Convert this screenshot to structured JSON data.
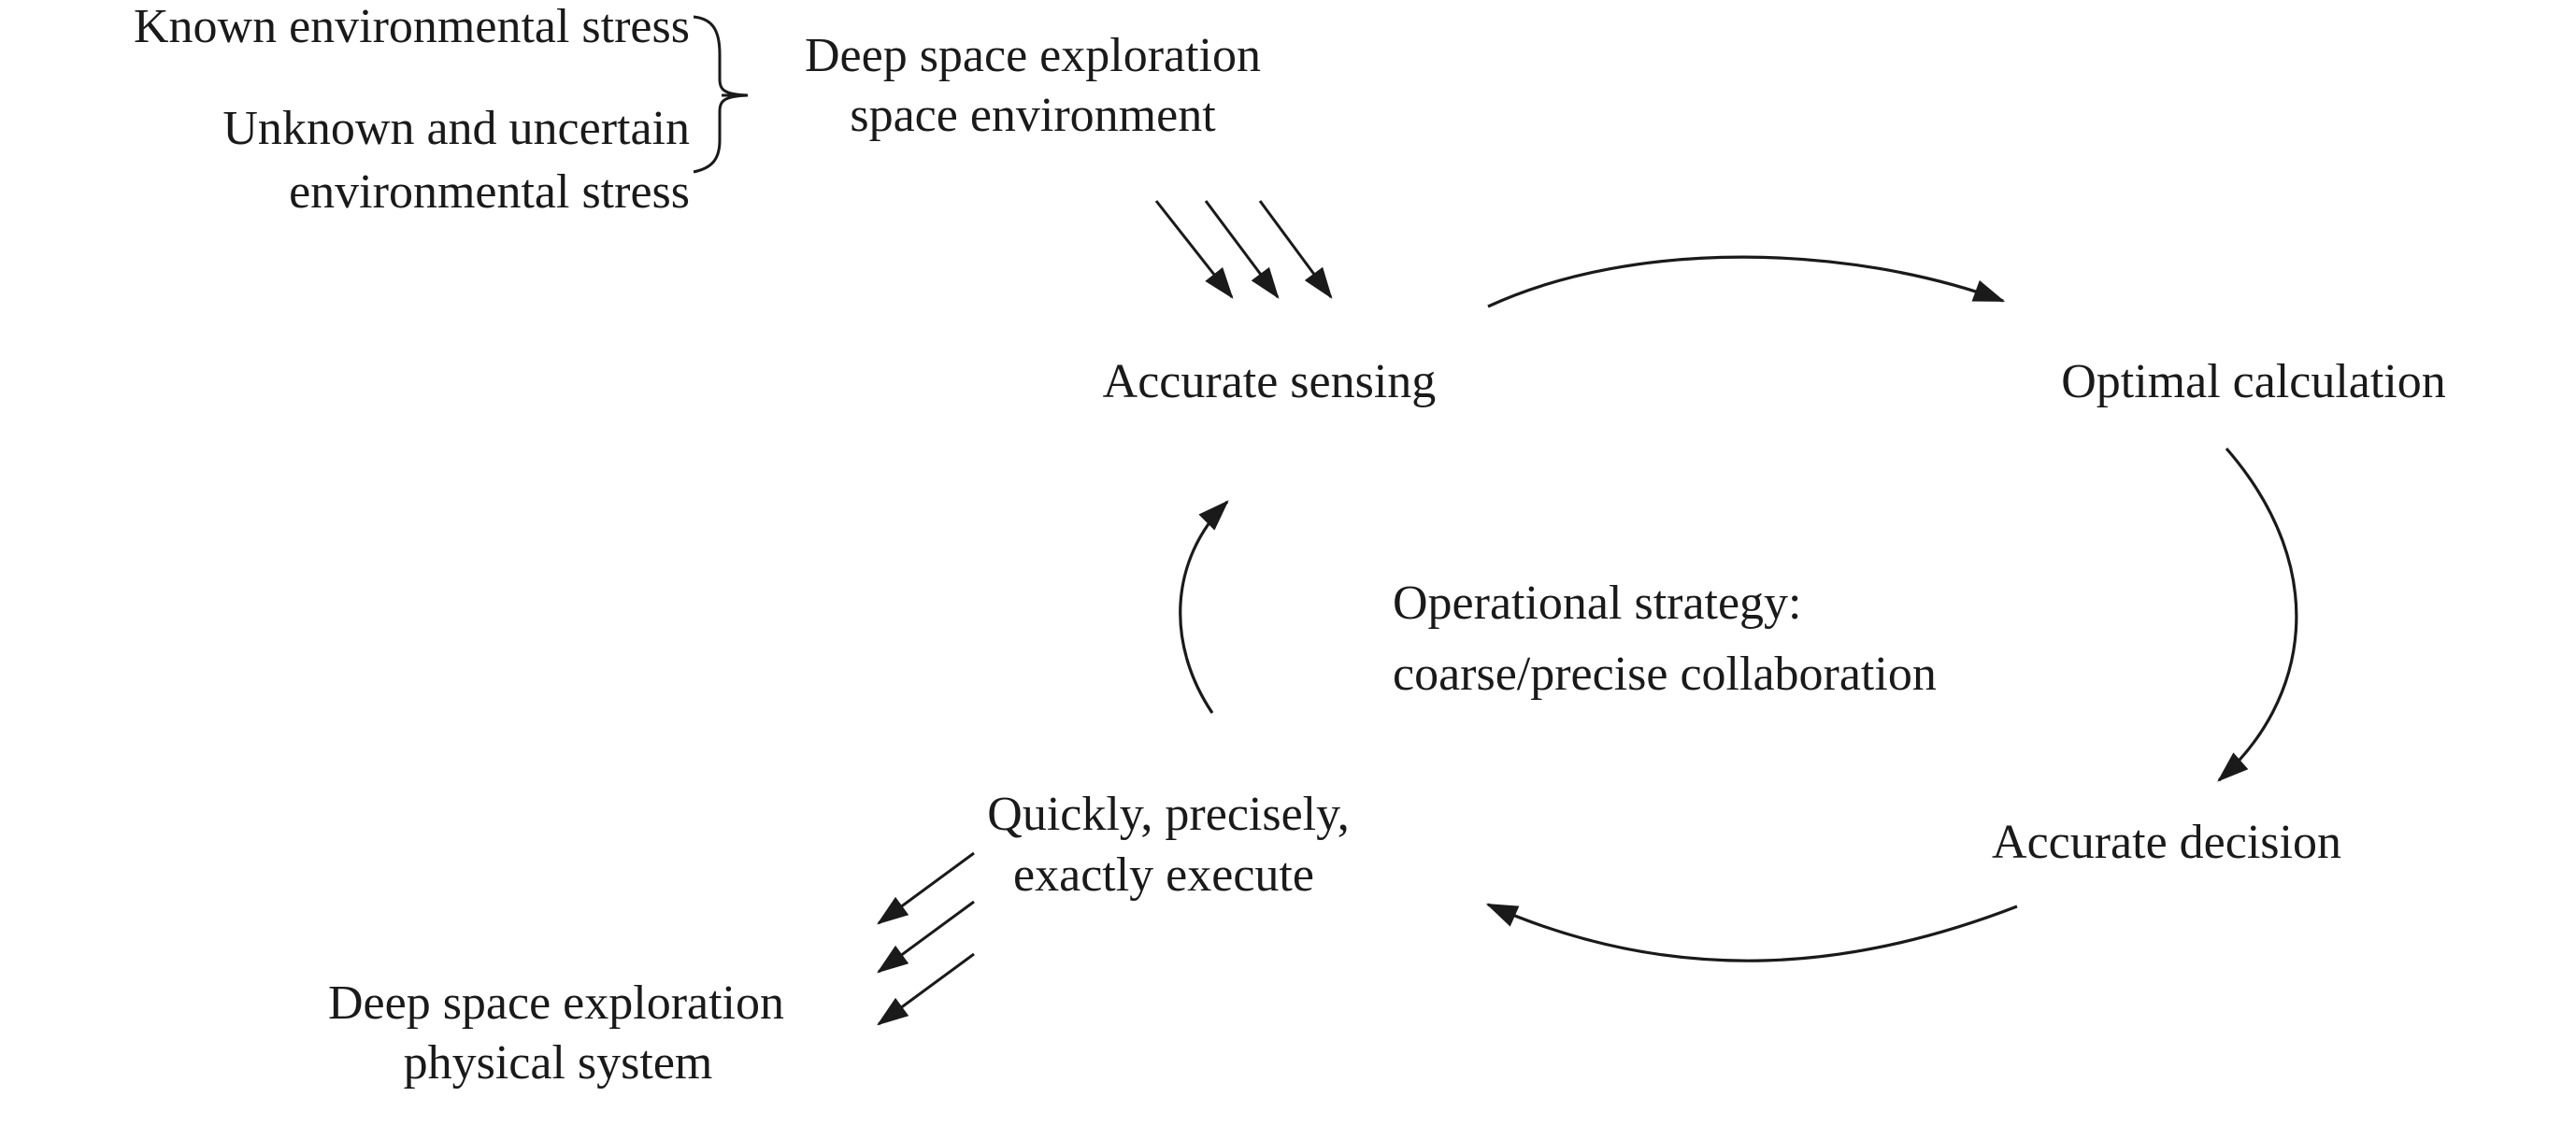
{
  "stress": {
    "known": "Known environmental stress",
    "unknown_line1": "Unknown and uncertain",
    "unknown_line2": "environmental stress"
  },
  "environment": {
    "line1": "Deep space exploration",
    "line2": "space environment"
  },
  "nodes": {
    "sensing": "Accurate sensing",
    "calculation": "Optimal calculation",
    "decision": "Accurate decision",
    "execute_line1": "Quickly, precisely,",
    "execute_line2": "exactly execute"
  },
  "strategy": {
    "line1": "Operational strategy:",
    "line2": "coarse/precise collaboration"
  },
  "physical_system": {
    "line1": "Deep space exploration",
    "line2": "physical system"
  },
  "colors": {
    "ink": "#1a1a1a",
    "background": "#ffffff"
  }
}
